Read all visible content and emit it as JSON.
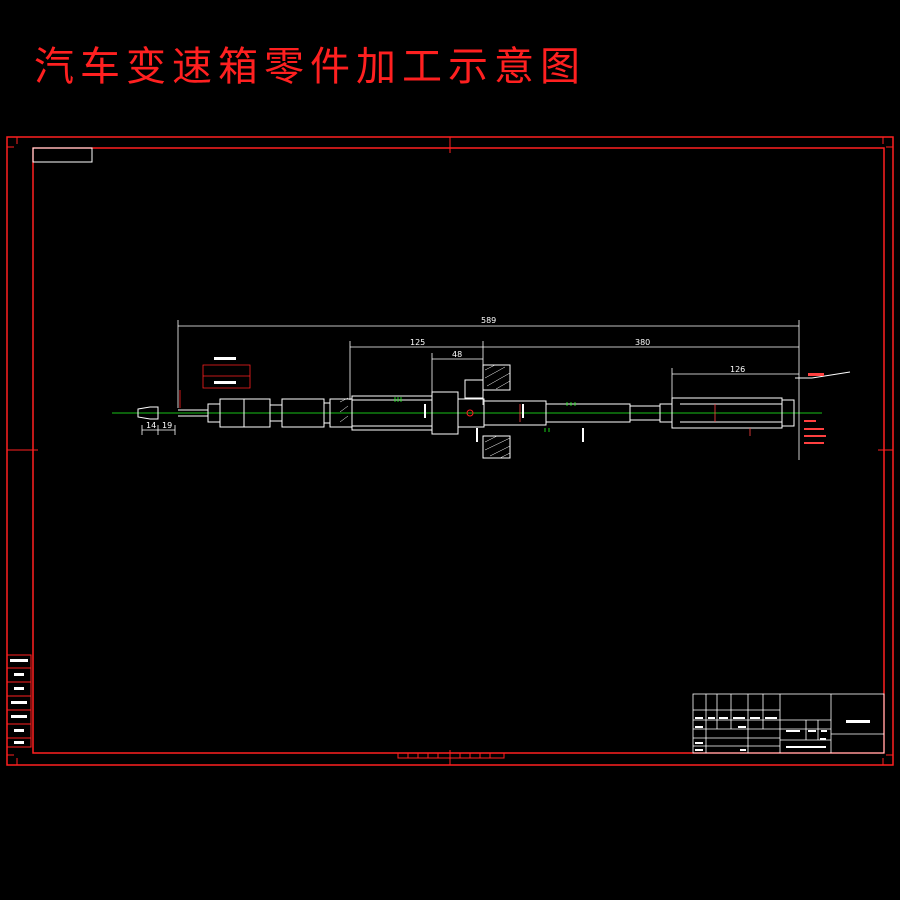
{
  "title": "汽车变速箱零件加工示意图",
  "dimensions": {
    "overall": "589",
    "d125": "125",
    "d48": "48",
    "d380": "380",
    "d126": "126",
    "d14": "14",
    "d19": "19"
  },
  "colors": {
    "frame": "#ff2020",
    "part": "#ffffff",
    "centerline": "#20ff20",
    "text": "#ff2020",
    "background": "#000000"
  }
}
